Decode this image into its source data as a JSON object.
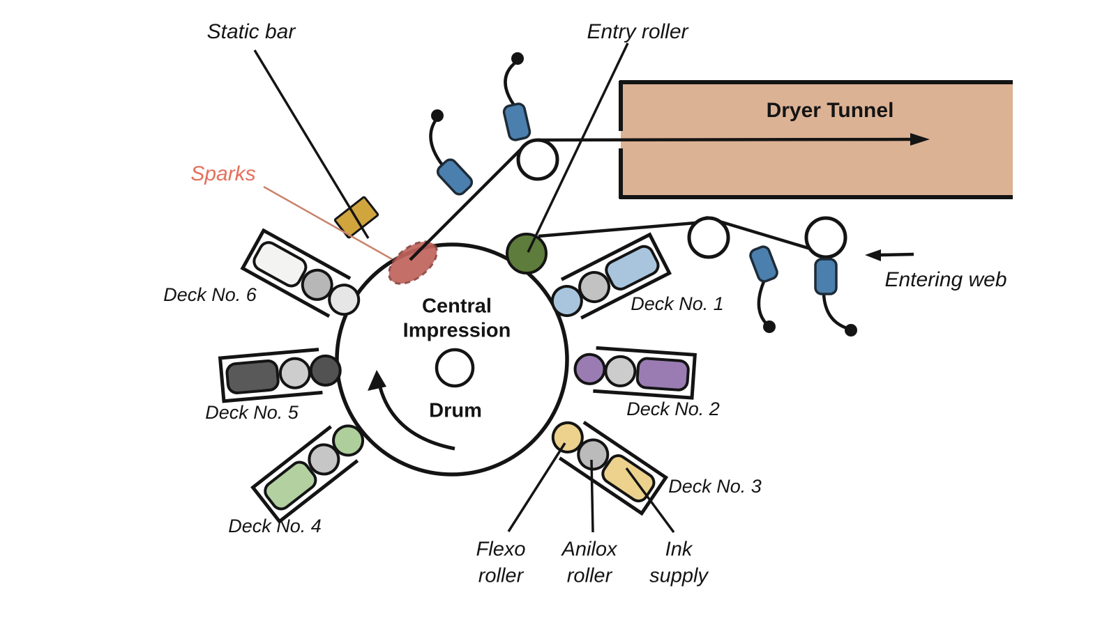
{
  "title": "Central impression flexographic press diagram",
  "drum": {
    "line1": "Central",
    "line2": "Impression",
    "line3": "Drum"
  },
  "labels": {
    "static_bar": "Static bar",
    "sparks": "Sparks",
    "entry_roller": "Entry roller",
    "dryer_tunnel": "Dryer Tunnel",
    "entering_web": "Entering web",
    "flexo_roller": "Flexo roller",
    "anilox_roller": "Anilox roller",
    "ink_supply": "Ink supply"
  },
  "decks": [
    {
      "label": "Deck No. 1",
      "angle_deg": -27,
      "ink_color": "#a9c5de",
      "anilox_color": "#c2c2c2",
      "flexo_color": "#a9c5de"
    },
    {
      "label": "Deck No. 2",
      "angle_deg": 4,
      "ink_color": "#9a7cb3",
      "anilox_color": "#cccccc",
      "flexo_color": "#9a7cb3"
    },
    {
      "label": "Deck No. 3",
      "angle_deg": 34,
      "ink_color": "#ecd28d",
      "anilox_color": "#bbbbbb",
      "flexo_color": "#ecd28d"
    },
    {
      "label": "Deck No. 4",
      "angle_deg": 142,
      "ink_color": "#b2d0a0",
      "anilox_color": "#c6c6c6",
      "flexo_color": "#aecf9b"
    },
    {
      "label": "Deck No. 5",
      "angle_deg": 175,
      "ink_color": "#59595a",
      "anilox_color": "#cdcdcd",
      "flexo_color": "#525252"
    },
    {
      "label": "Deck No. 6",
      "angle_deg": -151,
      "ink_color": "#f3f3f2",
      "anilox_color": "#b7b7b7",
      "flexo_color": "#e6e6e6"
    }
  ],
  "colors": {
    "line": "#141414",
    "drum_fill": "#ffffff",
    "tunnel_fill": "#dcb295",
    "device_blue": "#4b7fad",
    "device_stroke": "#1d2b37",
    "static_bar_fill": "#d0a53e",
    "sparks_fill": "#c1635d",
    "sparks_stroke": "#8a453f",
    "sparks_leader": "#c8826a",
    "sparks_text": "#e4705c",
    "entry_roller_fill": "#5e7c3b"
  }
}
